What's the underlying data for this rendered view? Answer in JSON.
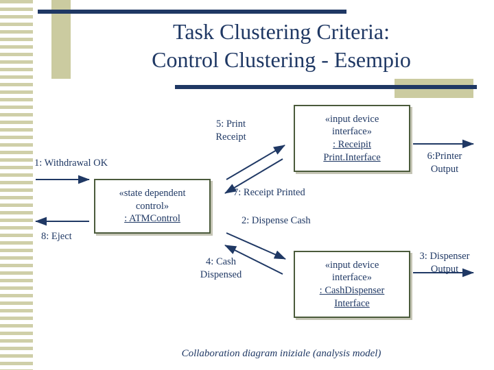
{
  "slide": {
    "title_line1": "Task Clustering Criteria:",
    "title_line2": "Control Clustering - Esempio",
    "caption": "Collaboration diagram iniziale (analysis model)",
    "accent_navy": "#1f3864",
    "accent_tan": "#cbcba0",
    "box_border": "#4a5a3a"
  },
  "diagram": {
    "boxes": [
      {
        "id": "printer-interface",
        "stereotype": "«input device",
        "stereotype2": "interface»",
        "name_line1": ": Receipit",
        "name_line2": "Print.Interface"
      },
      {
        "id": "atm-control",
        "stereotype": "«state dependent",
        "stereotype2": "control»",
        "name_line1": ": ATMControl",
        "name_line2": ""
      },
      {
        "id": "cash-dispenser-interface",
        "stereotype": "«input device",
        "stereotype2": "interface»",
        "name_line1": ": CashDispenser",
        "name_line2": "Interface"
      }
    ],
    "messages": [
      {
        "id": "msg-5",
        "text": "5: Print\nReceipt"
      },
      {
        "id": "msg-6",
        "text": "6:Printer\nOutput"
      },
      {
        "id": "msg-1",
        "text": "1: Withdrawal OK"
      },
      {
        "id": "msg-7",
        "text": "7: Receipt Printed"
      },
      {
        "id": "msg-2",
        "text": "2: Dispense Cash"
      },
      {
        "id": "msg-8",
        "text": "8: Eject"
      },
      {
        "id": "msg-4",
        "text": "4: Cash\nDispensed"
      },
      {
        "id": "msg-3",
        "text": "3: Dispenser\nOutput"
      }
    ]
  }
}
